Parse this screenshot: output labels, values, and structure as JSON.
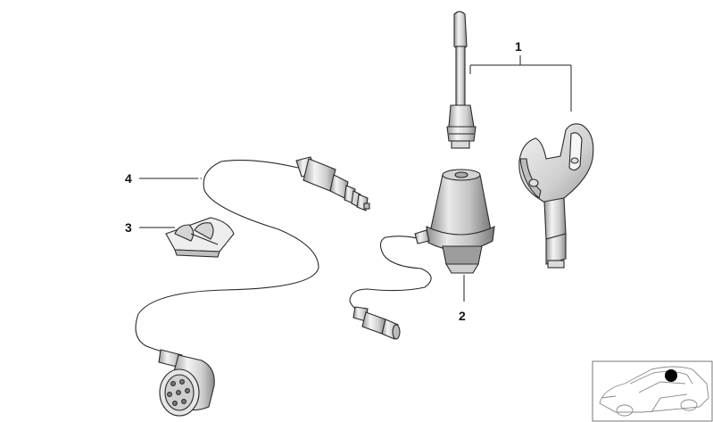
{
  "callouts": {
    "part_1": "1",
    "part_2": "2",
    "part_3": "3",
    "part_4": "4"
  },
  "colors": {
    "line": "#222222",
    "fill_light": "#efefef",
    "fill_mid": "#c8c8c8",
    "fill_dark": "#8a8a8a",
    "marker": "#000000"
  }
}
